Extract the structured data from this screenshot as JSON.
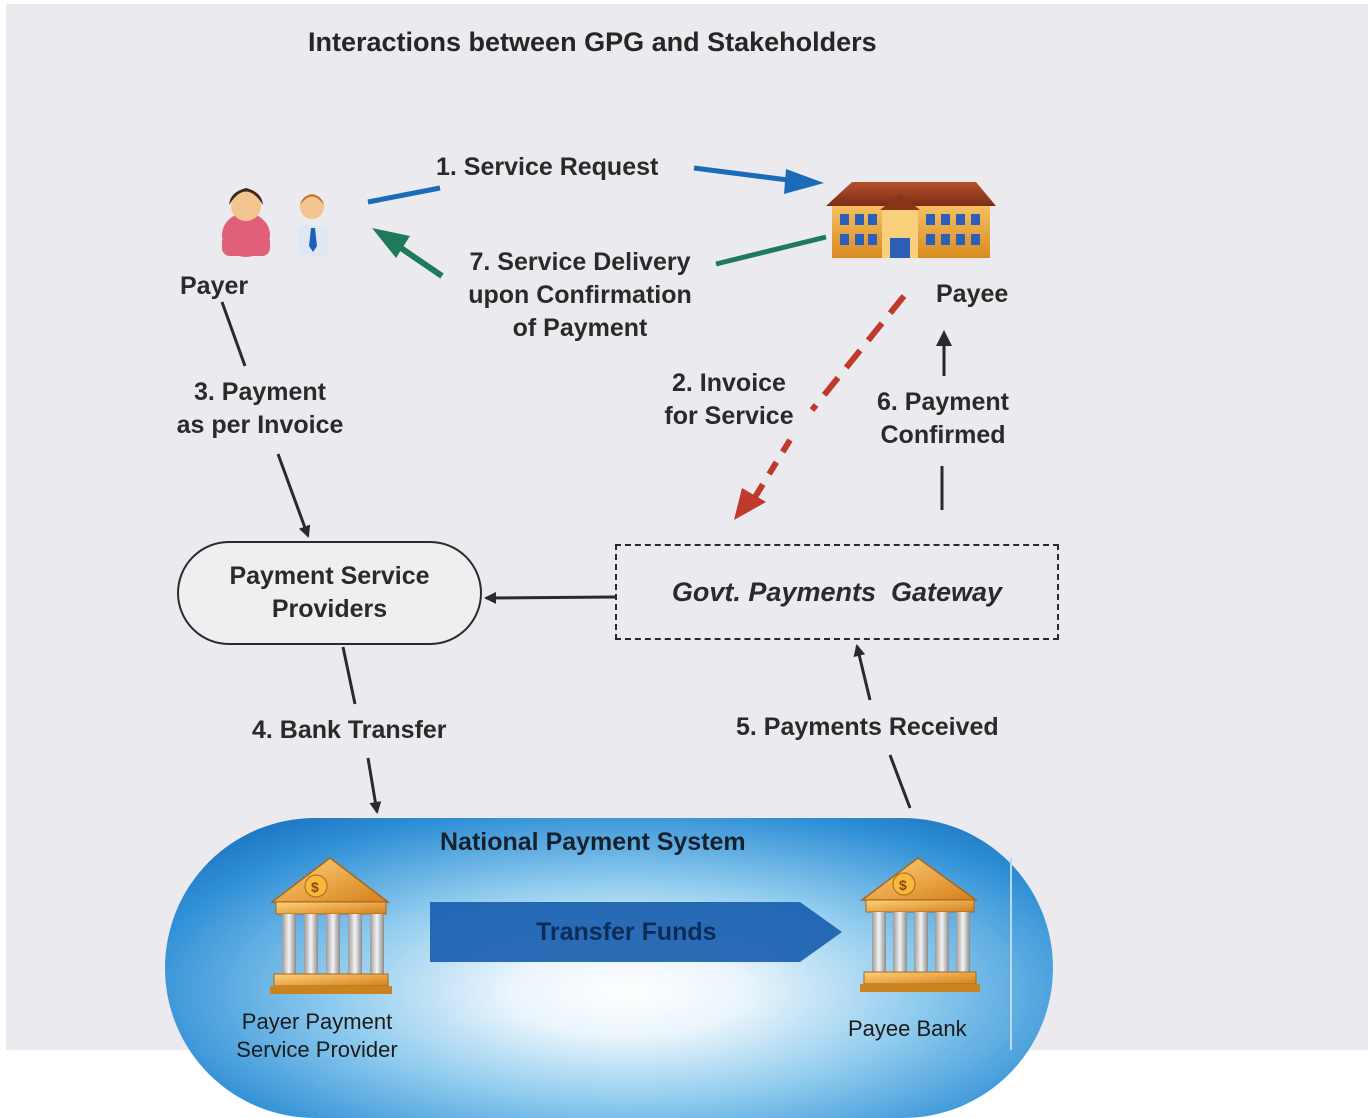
{
  "title": "Interactions between GPG and Stakeholders",
  "nodes": {
    "payer": "Payer",
    "payee": "Payee",
    "psp_line1": "Payment Service",
    "psp_line2": "Providers",
    "gpg": "Govt. Payments  Gateway",
    "nps": "National Payment System",
    "transfer": "Transfer Funds",
    "payer_bank_line1": "Payer Payment",
    "payer_bank_line2": "Service Provider",
    "payee_bank": "Payee Bank"
  },
  "steps": {
    "s1": "1. Service Request",
    "s2_line1": "2. Invoice",
    "s2_line2": "for Service",
    "s3_line1": "3. Payment",
    "s3_line2": "as per Invoice",
    "s4": "4. Bank Transfer",
    "s5": "5. Payments Received",
    "s6_line1": "6. Payment",
    "s6_line2": "Confirmed",
    "s7_line1": "7. Service Delivery",
    "s7_line2": "upon Confirmation",
    "s7_line3": "of Payment"
  },
  "colors": {
    "request_arrow": "#1c6bb8",
    "delivery_arrow": "#1f7a5c",
    "invoice_arrow": "#c0392b",
    "connector": "#2a2a2a",
    "nps_blue": "#1a74c6",
    "transfer_arrow": "#1a5fb0",
    "bank_gold": "#f0a02a"
  },
  "icons": {
    "payer": "people-icon",
    "payee": "building-icon",
    "bank": "bank-icon"
  }
}
